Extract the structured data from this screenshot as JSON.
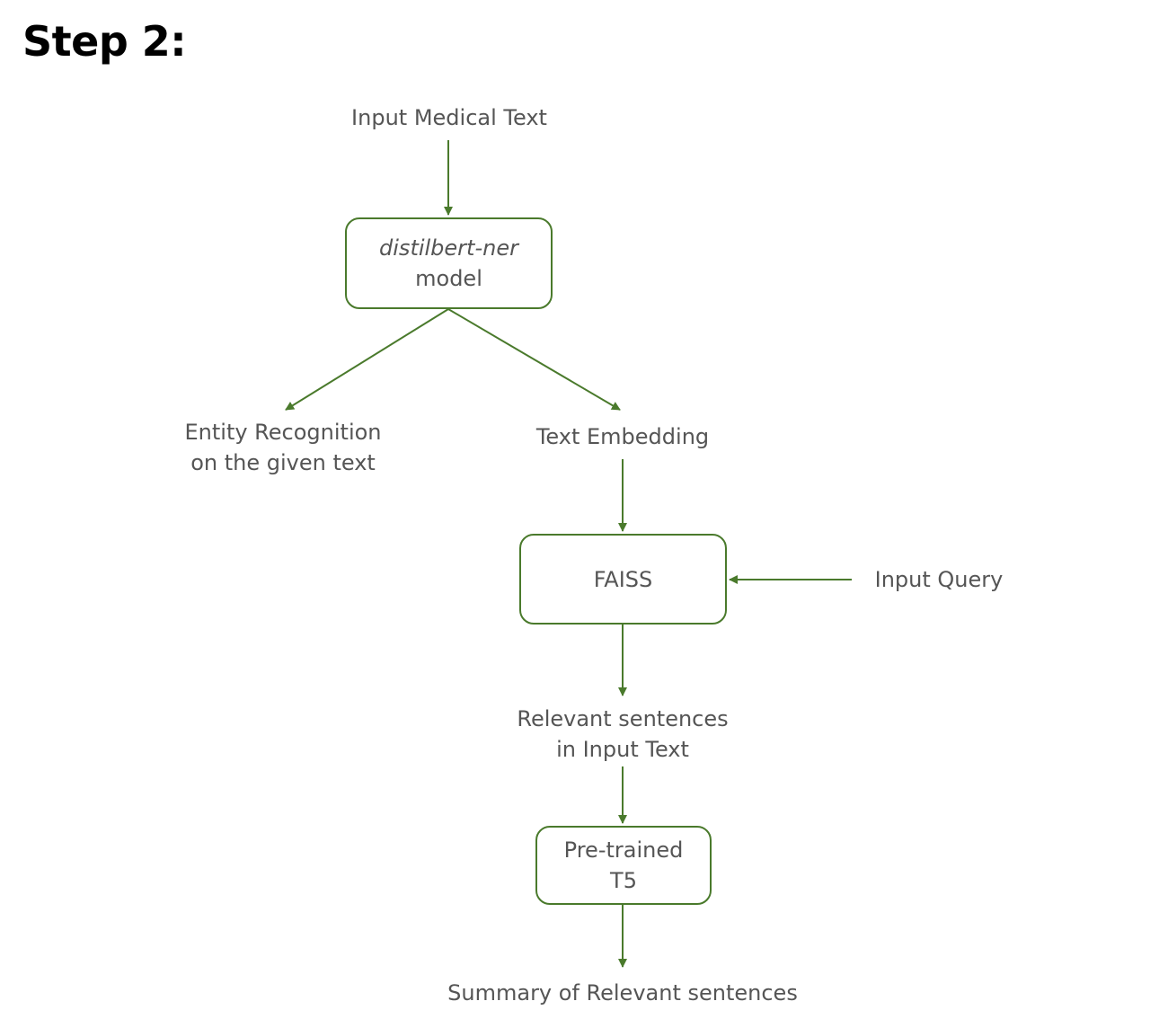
{
  "title": "Step 2:",
  "nodes": {
    "input_medical_text": "Input Medical Text",
    "distilbert_model": {
      "line1": "distilbert-ner",
      "line2": "model"
    },
    "entity_recognition": {
      "line1": "Entity Recognition",
      "line2": "on the given text"
    },
    "text_embedding": "Text Embedding",
    "faiss": "FAISS",
    "input_query": "Input Query",
    "relevant_sentences": {
      "line1": "Relevant sentences",
      "line2": "in Input Text"
    },
    "pretrained_t5": {
      "line1": "Pre-trained",
      "line2": "T5"
    },
    "summary": "Summary of Relevant sentences"
  },
  "colors": {
    "arrow": "#4a7a2c",
    "box_border": "#4a7a2c",
    "text": "#555555",
    "title": "#000000"
  }
}
